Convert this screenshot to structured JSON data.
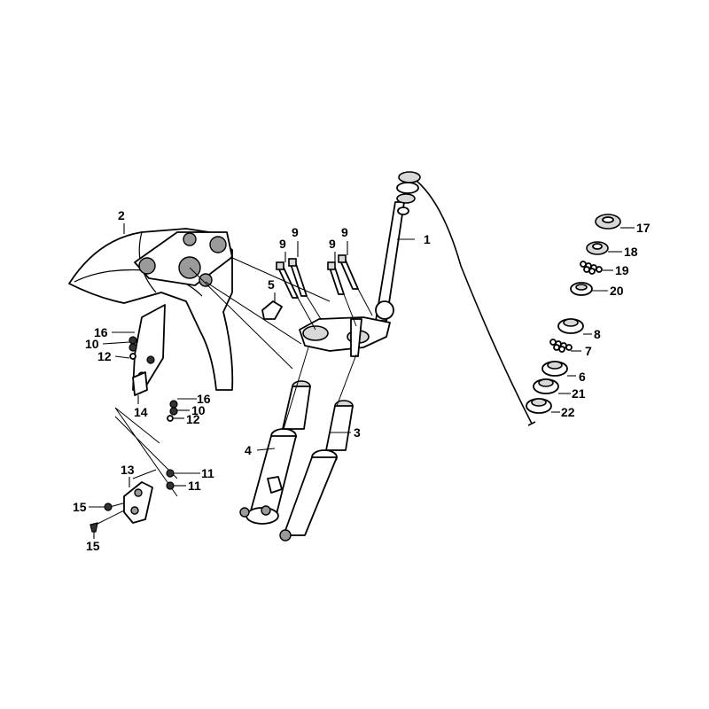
{
  "labels": {
    "l1": "1",
    "l2": "2",
    "l3": "3",
    "l4": "4",
    "l5": "5",
    "l6": "6",
    "l7": "7",
    "l8": "8",
    "l9a": "9",
    "l9b": "9",
    "l9c": "9",
    "l9d": "9",
    "l10a": "10",
    "l10b": "10",
    "l11a": "11",
    "l11b": "11",
    "l12a": "12",
    "l12b": "12",
    "l13": "13",
    "l14": "14",
    "l15a": "15",
    "l15b": "15",
    "l16a": "16",
    "l16b": "16",
    "l17": "17",
    "l18": "18",
    "l19": "19",
    "l20": "20",
    "l21": "21",
    "l22": "22"
  }
}
